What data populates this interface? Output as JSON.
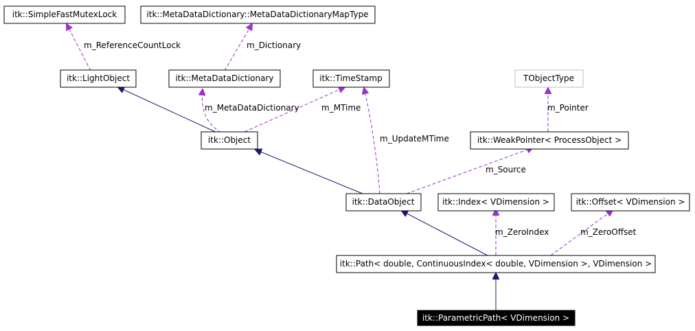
{
  "nodes": {
    "simple_fast_mutex_lock": "itk::SimpleFastMutexLock",
    "meta_data_dictionary_map_type": "itk::MetaDataDictionary::MetaDataDictionaryMapType",
    "light_object": "itk::LightObject",
    "meta_data_dictionary": "itk::MetaDataDictionary",
    "time_stamp": "itk::TimeStamp",
    "t_object_type": "TObjectType",
    "object": "itk::Object",
    "weak_pointer": "itk::WeakPointer< ProcessObject >",
    "data_object": "itk::DataObject",
    "index": "itk::Index< VDimension >",
    "offset": "itk::Offset< VDimension >",
    "path": "itk::Path< double, ContinuousIndex< double, VDimension >, VDimension >",
    "parametric_path": "itk::ParametricPath< VDimension >"
  },
  "edge_labels": {
    "reference_count_lock": "m_ReferenceCountLock",
    "dictionary": "m_Dictionary",
    "meta_data_dictionary": "m_MetaDataDictionary",
    "m_time": "m_MTime",
    "update_m_time": "m_UpdateMTime",
    "pointer": "m_Pointer",
    "source": "m_Source",
    "zero_index": "m_ZeroIndex",
    "zero_offset": "m_ZeroOffset"
  },
  "colors": {
    "inheritance": "#191970",
    "member": "#9a32cd",
    "focus_fill": "#000000",
    "ghost_border": "#bfbfbf"
  }
}
